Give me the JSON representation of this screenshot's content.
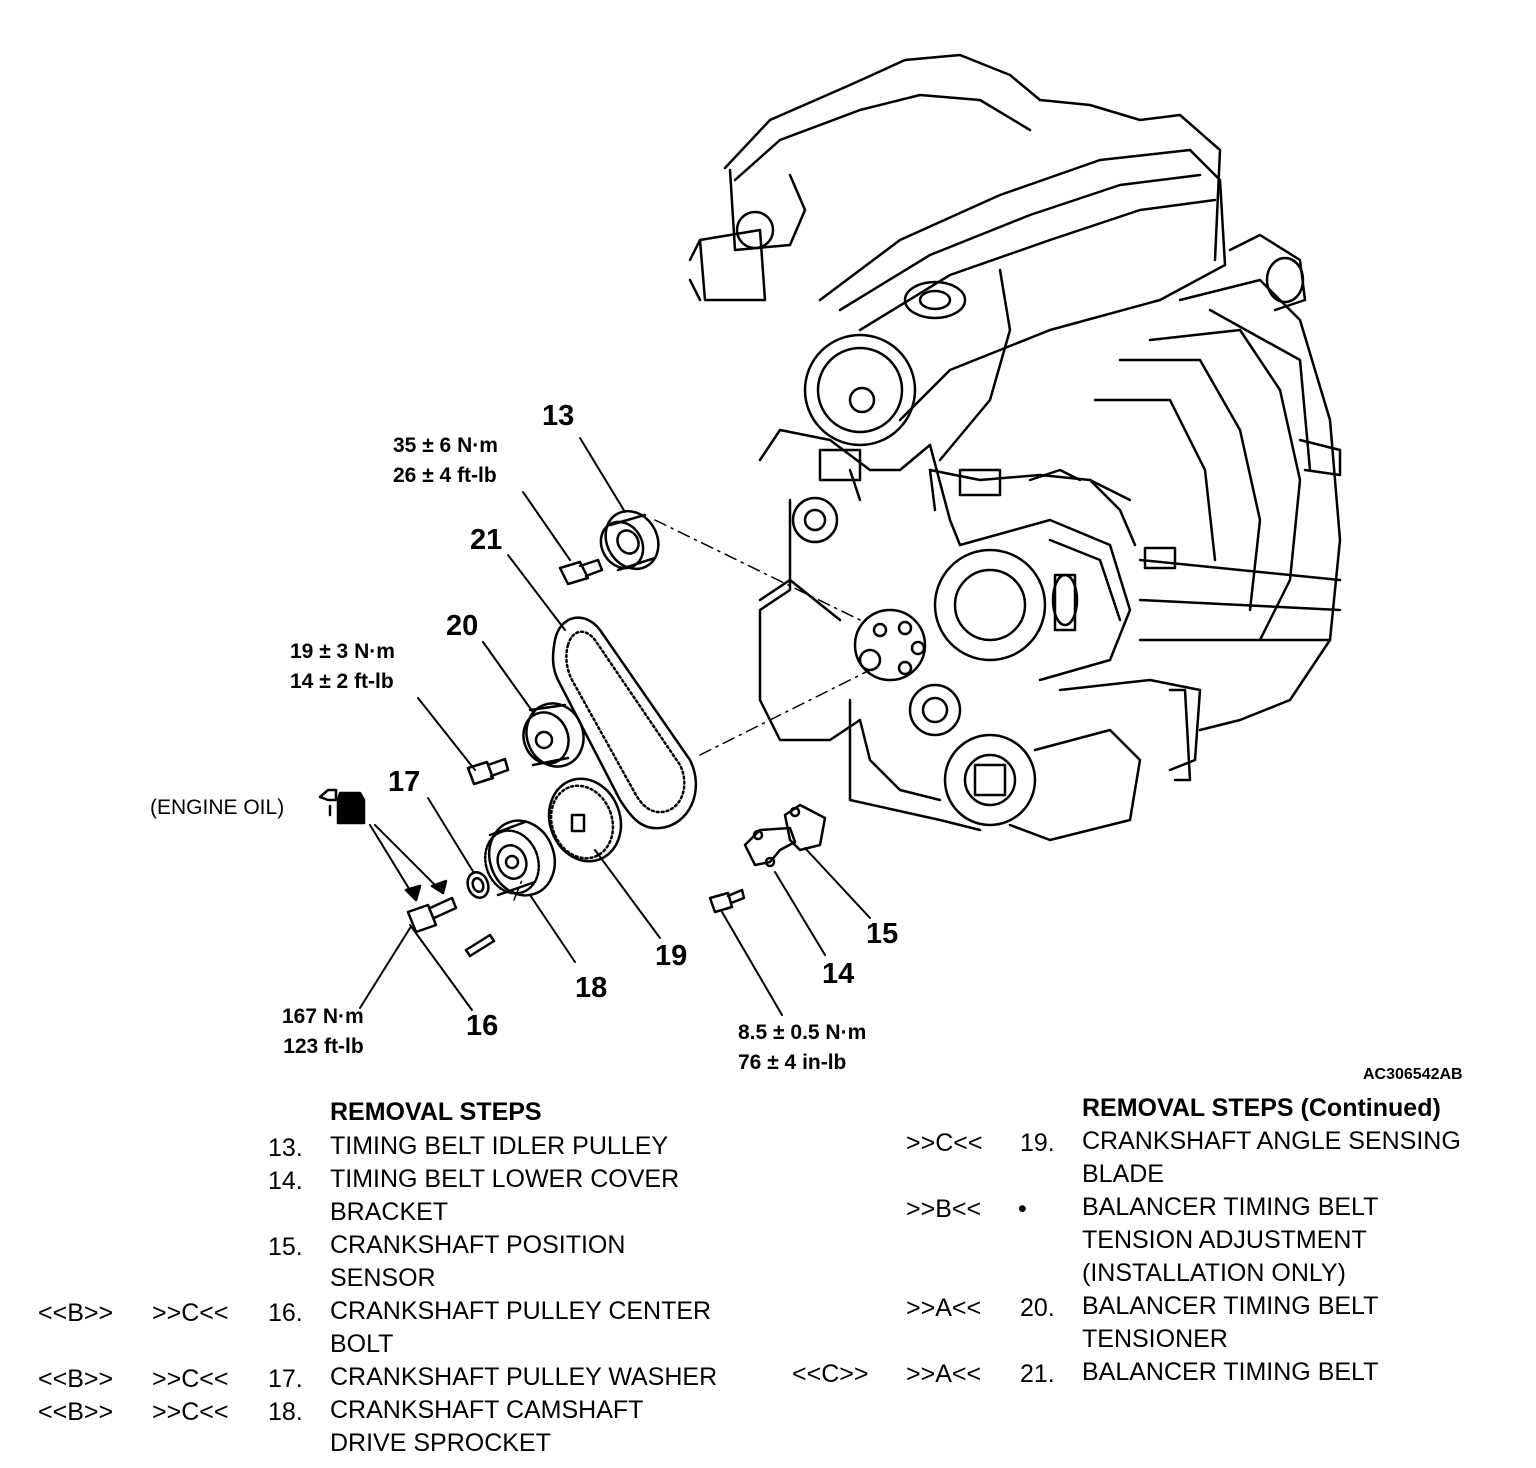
{
  "figure_id": "AC306542AB",
  "callouts": {
    "c13": "13",
    "c14": "14",
    "c15": "15",
    "c16": "16",
    "c17": "17",
    "c18": "18",
    "c19": "19",
    "c20": "20",
    "c21": "21"
  },
  "torques": {
    "t13": [
      "35 ± 6 N·m",
      "26 ± 4 ft-lb"
    ],
    "t20": [
      "19 ± 3 N·m",
      "14 ± 2 ft-lb"
    ],
    "t16": [
      "167 N·m",
      "123 ft-lb"
    ],
    "t14": [
      "8.5 ± 0.5 N·m",
      "76 ± 4 in-lb"
    ]
  },
  "engine_oil_label": "(ENGINE OIL)",
  "left_column": {
    "heading": "REMOVAL STEPS",
    "steps": [
      {
        "removal": "",
        "install": "",
        "num": "13.",
        "lines": [
          "TIMING BELT IDLER PULLEY"
        ]
      },
      {
        "removal": "",
        "install": "",
        "num": "14.",
        "lines": [
          "TIMING BELT LOWER COVER",
          "BRACKET"
        ]
      },
      {
        "removal": "",
        "install": "",
        "num": "15.",
        "lines": [
          "CRANKSHAFT POSITION",
          "SENSOR"
        ]
      },
      {
        "removal": "<<B>>",
        "install": ">>C<<",
        "num": "16.",
        "lines": [
          "CRANKSHAFT PULLEY CENTER",
          "BOLT"
        ]
      },
      {
        "removal": "<<B>>",
        "install": ">>C<<",
        "num": "17.",
        "lines": [
          "CRANKSHAFT PULLEY WASHER"
        ]
      },
      {
        "removal": "<<B>>",
        "install": ">>C<<",
        "num": "18.",
        "lines": [
          "CRANKSHAFT CAMSHAFT",
          "DRIVE SPROCKET"
        ]
      }
    ]
  },
  "right_column": {
    "heading": "REMOVAL STEPS (Continued)",
    "steps": [
      {
        "removal": "",
        "install": ">>C<<",
        "num": "19.",
        "lines": [
          "CRANKSHAFT ANGLE SENSING",
          "BLADE"
        ]
      },
      {
        "removal": "",
        "install": ">>B<<",
        "num": "•",
        "lines": [
          "BALANCER TIMING BELT",
          "TENSION ADJUSTMENT",
          "(INSTALLATION ONLY)"
        ]
      },
      {
        "removal": "",
        "install": ">>A<<",
        "num": "20.",
        "lines": [
          "BALANCER TIMING BELT",
          "TENSIONER"
        ]
      },
      {
        "removal": "<<C>>",
        "install": ">>A<<",
        "num": "21.",
        "lines": [
          "BALANCER TIMING BELT"
        ]
      }
    ]
  }
}
